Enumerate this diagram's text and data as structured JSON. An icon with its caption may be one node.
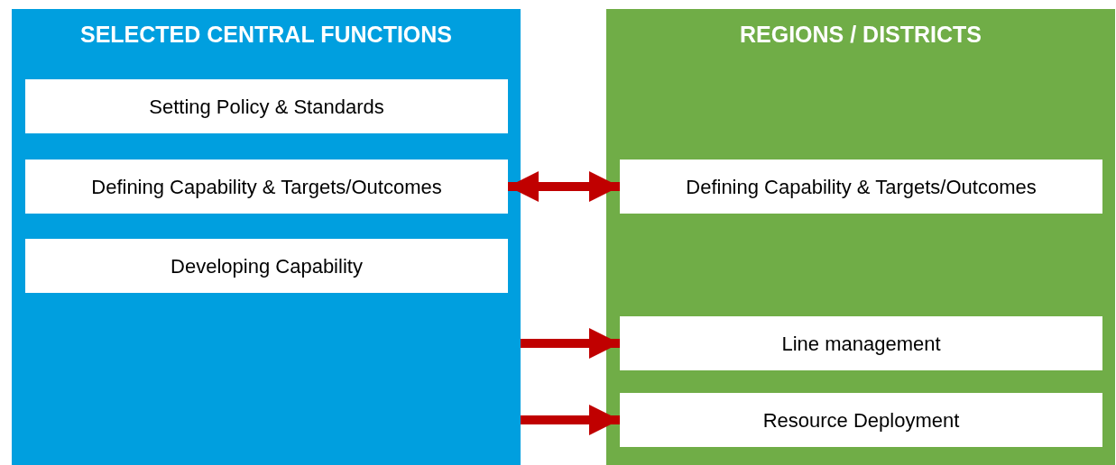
{
  "diagram": {
    "nodes": [
      {
        "text": [
          "SELECTED CENTRAL FUNCTIONS"
        ]
      },
      {
        "text": [
          "Setting Policy & Standards"
        ],
        "in": 0
      },
      {
        "text": [
          "Defining Capability & Targets/Outcomes"
        ],
        "in": 0
      },
      {
        "text": [
          "Developing Capability"
        ],
        "in": 0
      },
      {
        "text": [
          "REGIONS / DISTRICTS"
        ]
      },
      {
        "text": [
          "Defining Capability & Targets/Outcomes"
        ],
        "in": 4
      },
      {
        "text": [
          "Line management"
        ],
        "in": 4
      },
      {
        "text": [
          "Resource Deployment"
        ],
        "in": 4
      }
    ],
    "edges": [
      {
        "from": 2,
        "to": 5,
        "arrow": "both"
      },
      {
        "from": 0,
        "to": 6,
        "arrow": "to"
      },
      {
        "from": 0,
        "to": 7,
        "arrow": "to"
      }
    ]
  }
}
